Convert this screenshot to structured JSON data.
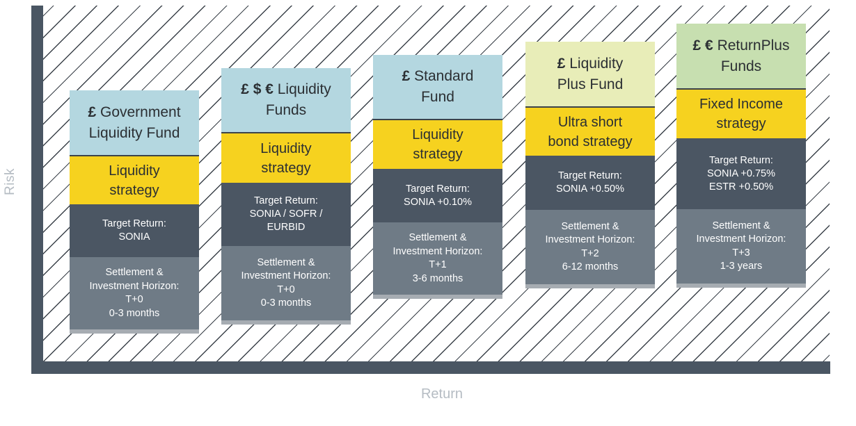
{
  "axes": {
    "y_label": "Risk",
    "x_label": "Return"
  },
  "funds": [
    {
      "currency": "£",
      "name_lines": [
        "Government",
        "Liquidity Fund"
      ],
      "strategy_lines": [
        "Liquidity",
        "strategy"
      ],
      "target_lines": [
        "Target Return:",
        "SONIA"
      ],
      "settlement_lines": [
        "Settlement &",
        "Investment Horizon:",
        "T+0",
        "0-3 months"
      ],
      "header_color": "#b4d7e0"
    },
    {
      "currency": "£ $ €",
      "name_lines": [
        "Liquidity",
        "Funds"
      ],
      "strategy_lines": [
        "Liquidity",
        "strategy"
      ],
      "target_lines": [
        "Target Return:",
        "SONIA / SOFR /",
        "EURBID"
      ],
      "settlement_lines": [
        "Settlement &",
        "Investment Horizon:",
        "T+0",
        "0-3 months"
      ],
      "header_color": "#b4d7e0"
    },
    {
      "currency": "£",
      "name_lines": [
        "Standard",
        "Fund"
      ],
      "strategy_lines": [
        "Liquidity",
        "strategy"
      ],
      "target_lines": [
        "Target Return:",
        "SONIA +0.10%"
      ],
      "settlement_lines": [
        "Settlement &",
        "Investment Horizon:",
        "T+1",
        "3-6 months"
      ],
      "header_color": "#b4d7e0"
    },
    {
      "currency": "£",
      "name_lines": [
        "Liquidity",
        "Plus Fund"
      ],
      "strategy_lines": [
        "Ultra short",
        "bond strategy"
      ],
      "target_lines": [
        "Target Return:",
        "SONIA +0.50%"
      ],
      "settlement_lines": [
        "Settlement &",
        "Investment Horizon:",
        "T+2",
        "6-12 months"
      ],
      "header_color": "#e8edb8"
    },
    {
      "currency": "£ €",
      "name_lines": [
        "ReturnPlus",
        "Funds"
      ],
      "strategy_lines": [
        "Fixed Income",
        "strategy"
      ],
      "target_lines": [
        "Target Return:",
        "SONIA +0.75%",
        "ESTR +0.50%"
      ],
      "settlement_lines": [
        "Settlement &",
        "Investment Horizon:",
        "T+3",
        "1-3 years"
      ],
      "header_color": "#c7dfb0"
    }
  ]
}
